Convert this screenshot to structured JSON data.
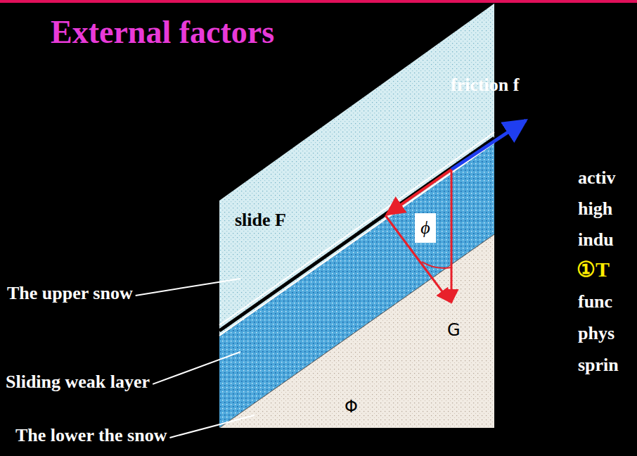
{
  "diagram": {
    "title": "External factors",
    "labels": [
      "friction f",
      "slide F",
      "ϕ",
      "G",
      "The upper snow",
      "Φ",
      "Sliding weak layer",
      "The lower the snow",
      "activ",
      "high",
      "indu",
      "①T",
      "func",
      "phys",
      "sprin"
    ]
  }
}
